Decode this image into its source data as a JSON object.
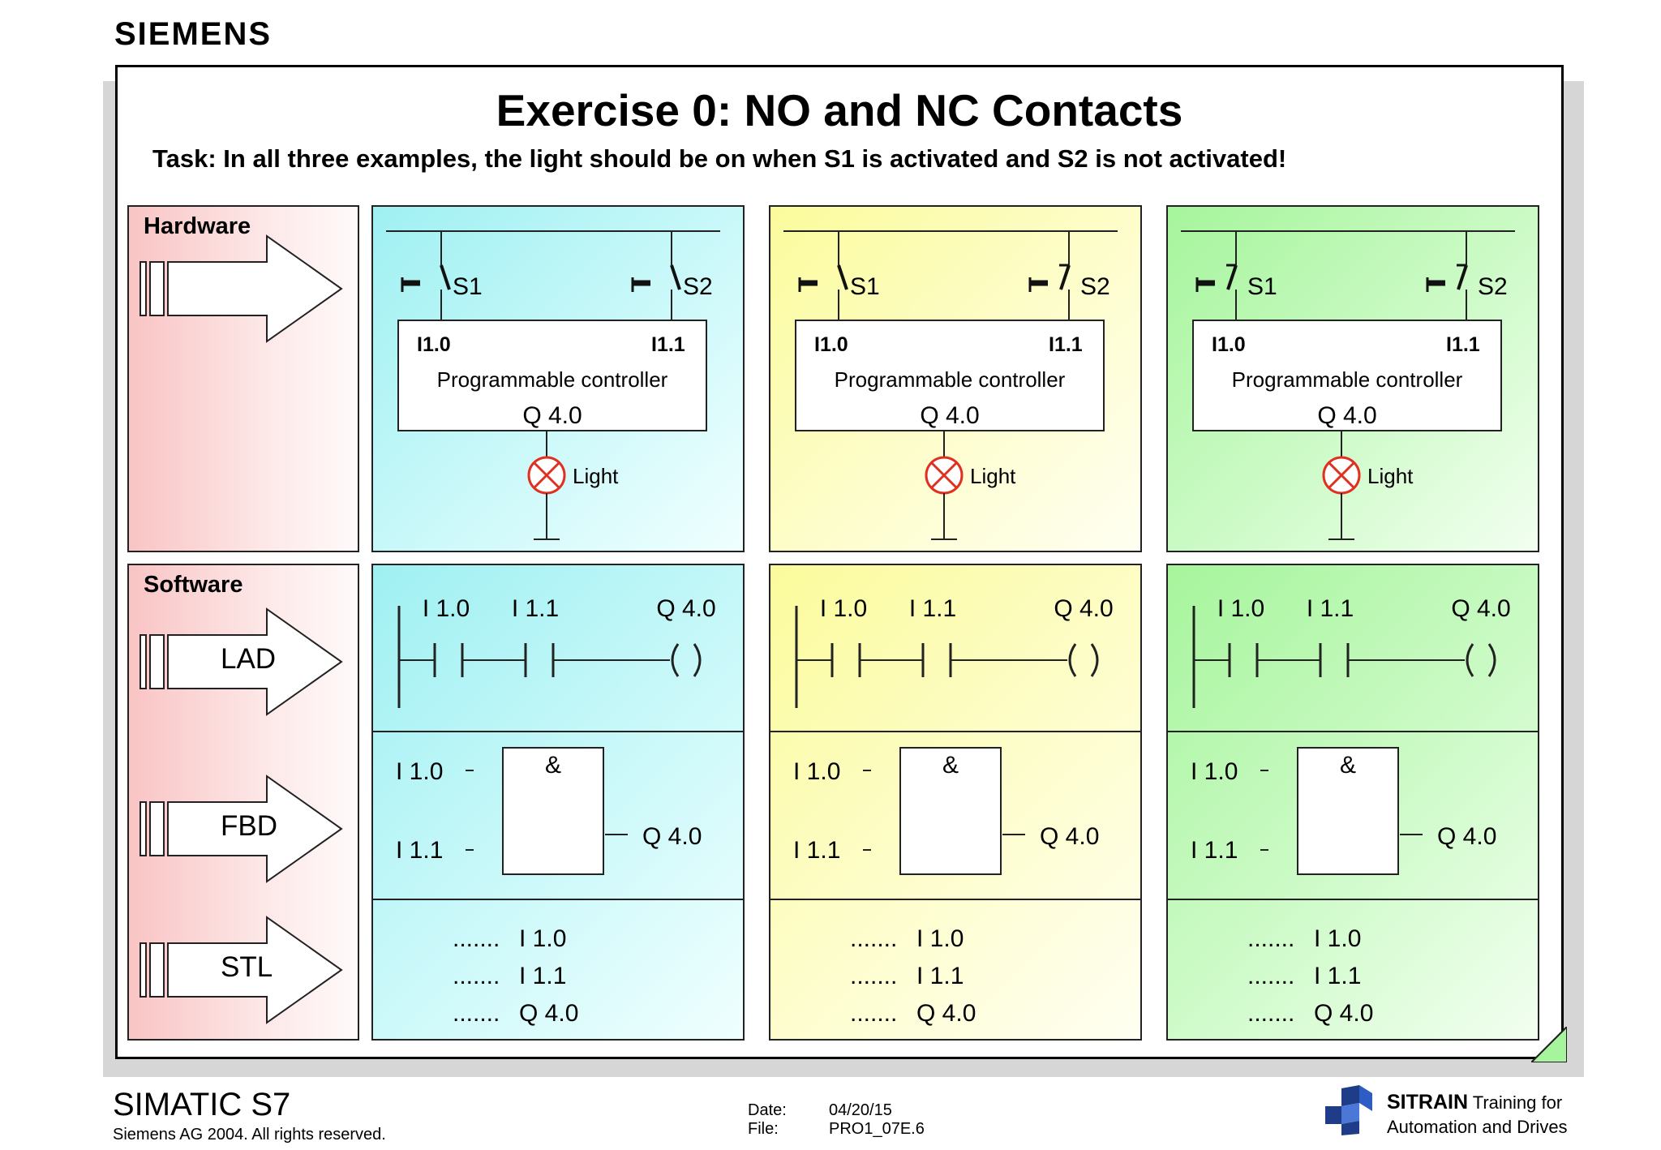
{
  "brand": "SIEMENS",
  "title": "Exercise 0: NO and NC Contacts",
  "task": "Task: In all three examples, the light should be on when S1 is activated and S2 is not activated!",
  "side": {
    "hardware_label": "Hardware",
    "software_label": "Software",
    "lad_label": "LAD",
    "fbd_label": "FBD",
    "stl_label": "STL"
  },
  "columns": [
    {
      "theme": "cyan",
      "s1_label": "S1",
      "s2_label": "S2",
      "s1_type": "NO",
      "s2_type": "NO",
      "in0": "I1.0",
      "in1": "I1.1",
      "plc_name": "Programmable controller",
      "output": "Q 4.0",
      "light": "Light",
      "lad": {
        "c1": "I 1.0",
        "c2": "I 1.1",
        "coil": "Q 4.0"
      },
      "fbd": {
        "in1": "I 1.0",
        "in2": "I 1.1",
        "gate": "&",
        "out": "Q 4.0"
      },
      "stl": [
        {
          "op": ".......",
          "addr": "I 1.0"
        },
        {
          "op": ".......",
          "addr": "I 1.1"
        },
        {
          "op": ".......",
          "addr": "Q 4.0"
        }
      ]
    },
    {
      "theme": "yellow",
      "s1_label": "S1",
      "s2_label": "S2",
      "s1_type": "NO",
      "s2_type": "NC",
      "in0": "I1.0",
      "in1": "I1.1",
      "plc_name": "Programmable controller",
      "output": "Q 4.0",
      "light": "Light",
      "lad": {
        "c1": "I 1.0",
        "c2": "I 1.1",
        "coil": "Q 4.0"
      },
      "fbd": {
        "in1": "I 1.0",
        "in2": "I 1.1",
        "gate": "&",
        "out": "Q 4.0"
      },
      "stl": [
        {
          "op": ".......",
          "addr": "I 1.0"
        },
        {
          "op": ".......",
          "addr": "I 1.1"
        },
        {
          "op": ".......",
          "addr": "Q 4.0"
        }
      ]
    },
    {
      "theme": "green",
      "s1_label": "S1",
      "s2_label": "S2",
      "s1_type": "NC",
      "s2_type": "NC",
      "in0": "I1.0",
      "in1": "I1.1",
      "plc_name": "Programmable controller",
      "output": "Q 4.0",
      "light": "Light",
      "lad": {
        "c1": "I 1.0",
        "c2": "I 1.1",
        "coil": "Q 4.0"
      },
      "fbd": {
        "in1": "I 1.0",
        "in2": "I 1.1",
        "gate": "&",
        "out": "Q 4.0"
      },
      "stl": [
        {
          "op": ".......",
          "addr": "I 1.0"
        },
        {
          "op": ".......",
          "addr": "I 1.1"
        },
        {
          "op": ".......",
          "addr": "Q 4.0"
        }
      ]
    }
  ],
  "footer": {
    "product": "SIMATIC S7",
    "copyright": "Siemens AG 2004. All rights reserved.",
    "date_label": "Date:",
    "date_value": "04/20/15",
    "file_label": "File:",
    "file_value": "PRO1_07E.6",
    "sitrain_brand": "SITRAIN",
    "sitrain_tagline1": "Training for",
    "sitrain_tagline2": "Automation and Drives"
  }
}
